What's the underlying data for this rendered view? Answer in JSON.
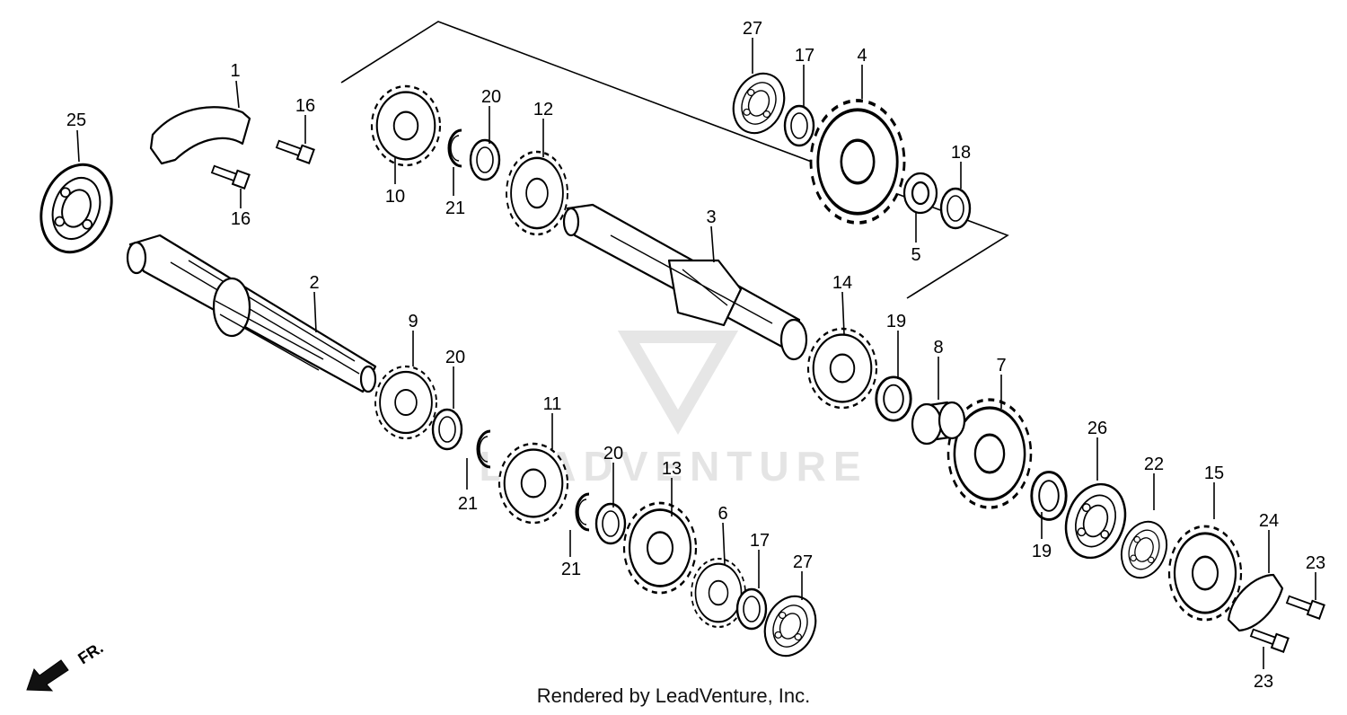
{
  "watermark": {
    "brand": "LEADVENTURE"
  },
  "direction_indicator": {
    "label": "FR."
  },
  "footer": {
    "credit": "Rendered by LeadVenture, Inc."
  },
  "part_labels": [
    {
      "id": "1",
      "text": "1"
    },
    {
      "id": "25",
      "text": "25"
    },
    {
      "id": "16a",
      "text": "16"
    },
    {
      "id": "16b",
      "text": "16"
    },
    {
      "id": "10",
      "text": "10"
    },
    {
      "id": "21a",
      "text": "21"
    },
    {
      "id": "20a",
      "text": "20"
    },
    {
      "id": "12",
      "text": "12"
    },
    {
      "id": "27a",
      "text": "27"
    },
    {
      "id": "17a",
      "text": "17"
    },
    {
      "id": "4",
      "text": "4"
    },
    {
      "id": "18",
      "text": "18"
    },
    {
      "id": "5",
      "text": "5"
    },
    {
      "id": "3",
      "text": "3"
    },
    {
      "id": "2",
      "text": "2"
    },
    {
      "id": "9",
      "text": "9"
    },
    {
      "id": "20b",
      "text": "20"
    },
    {
      "id": "21b",
      "text": "21"
    },
    {
      "id": "11",
      "text": "11"
    },
    {
      "id": "20c",
      "text": "20"
    },
    {
      "id": "21c",
      "text": "21"
    },
    {
      "id": "13",
      "text": "13"
    },
    {
      "id": "6",
      "text": "6"
    },
    {
      "id": "17b",
      "text": "17"
    },
    {
      "id": "27b",
      "text": "27"
    },
    {
      "id": "14",
      "text": "14"
    },
    {
      "id": "19a",
      "text": "19"
    },
    {
      "id": "8",
      "text": "8"
    },
    {
      "id": "7",
      "text": "7"
    },
    {
      "id": "26",
      "text": "26"
    },
    {
      "id": "19b",
      "text": "19"
    },
    {
      "id": "22",
      "text": "22"
    },
    {
      "id": "15",
      "text": "15"
    },
    {
      "id": "24",
      "text": "24"
    },
    {
      "id": "23a",
      "text": "23"
    },
    {
      "id": "23b",
      "text": "23"
    }
  ]
}
